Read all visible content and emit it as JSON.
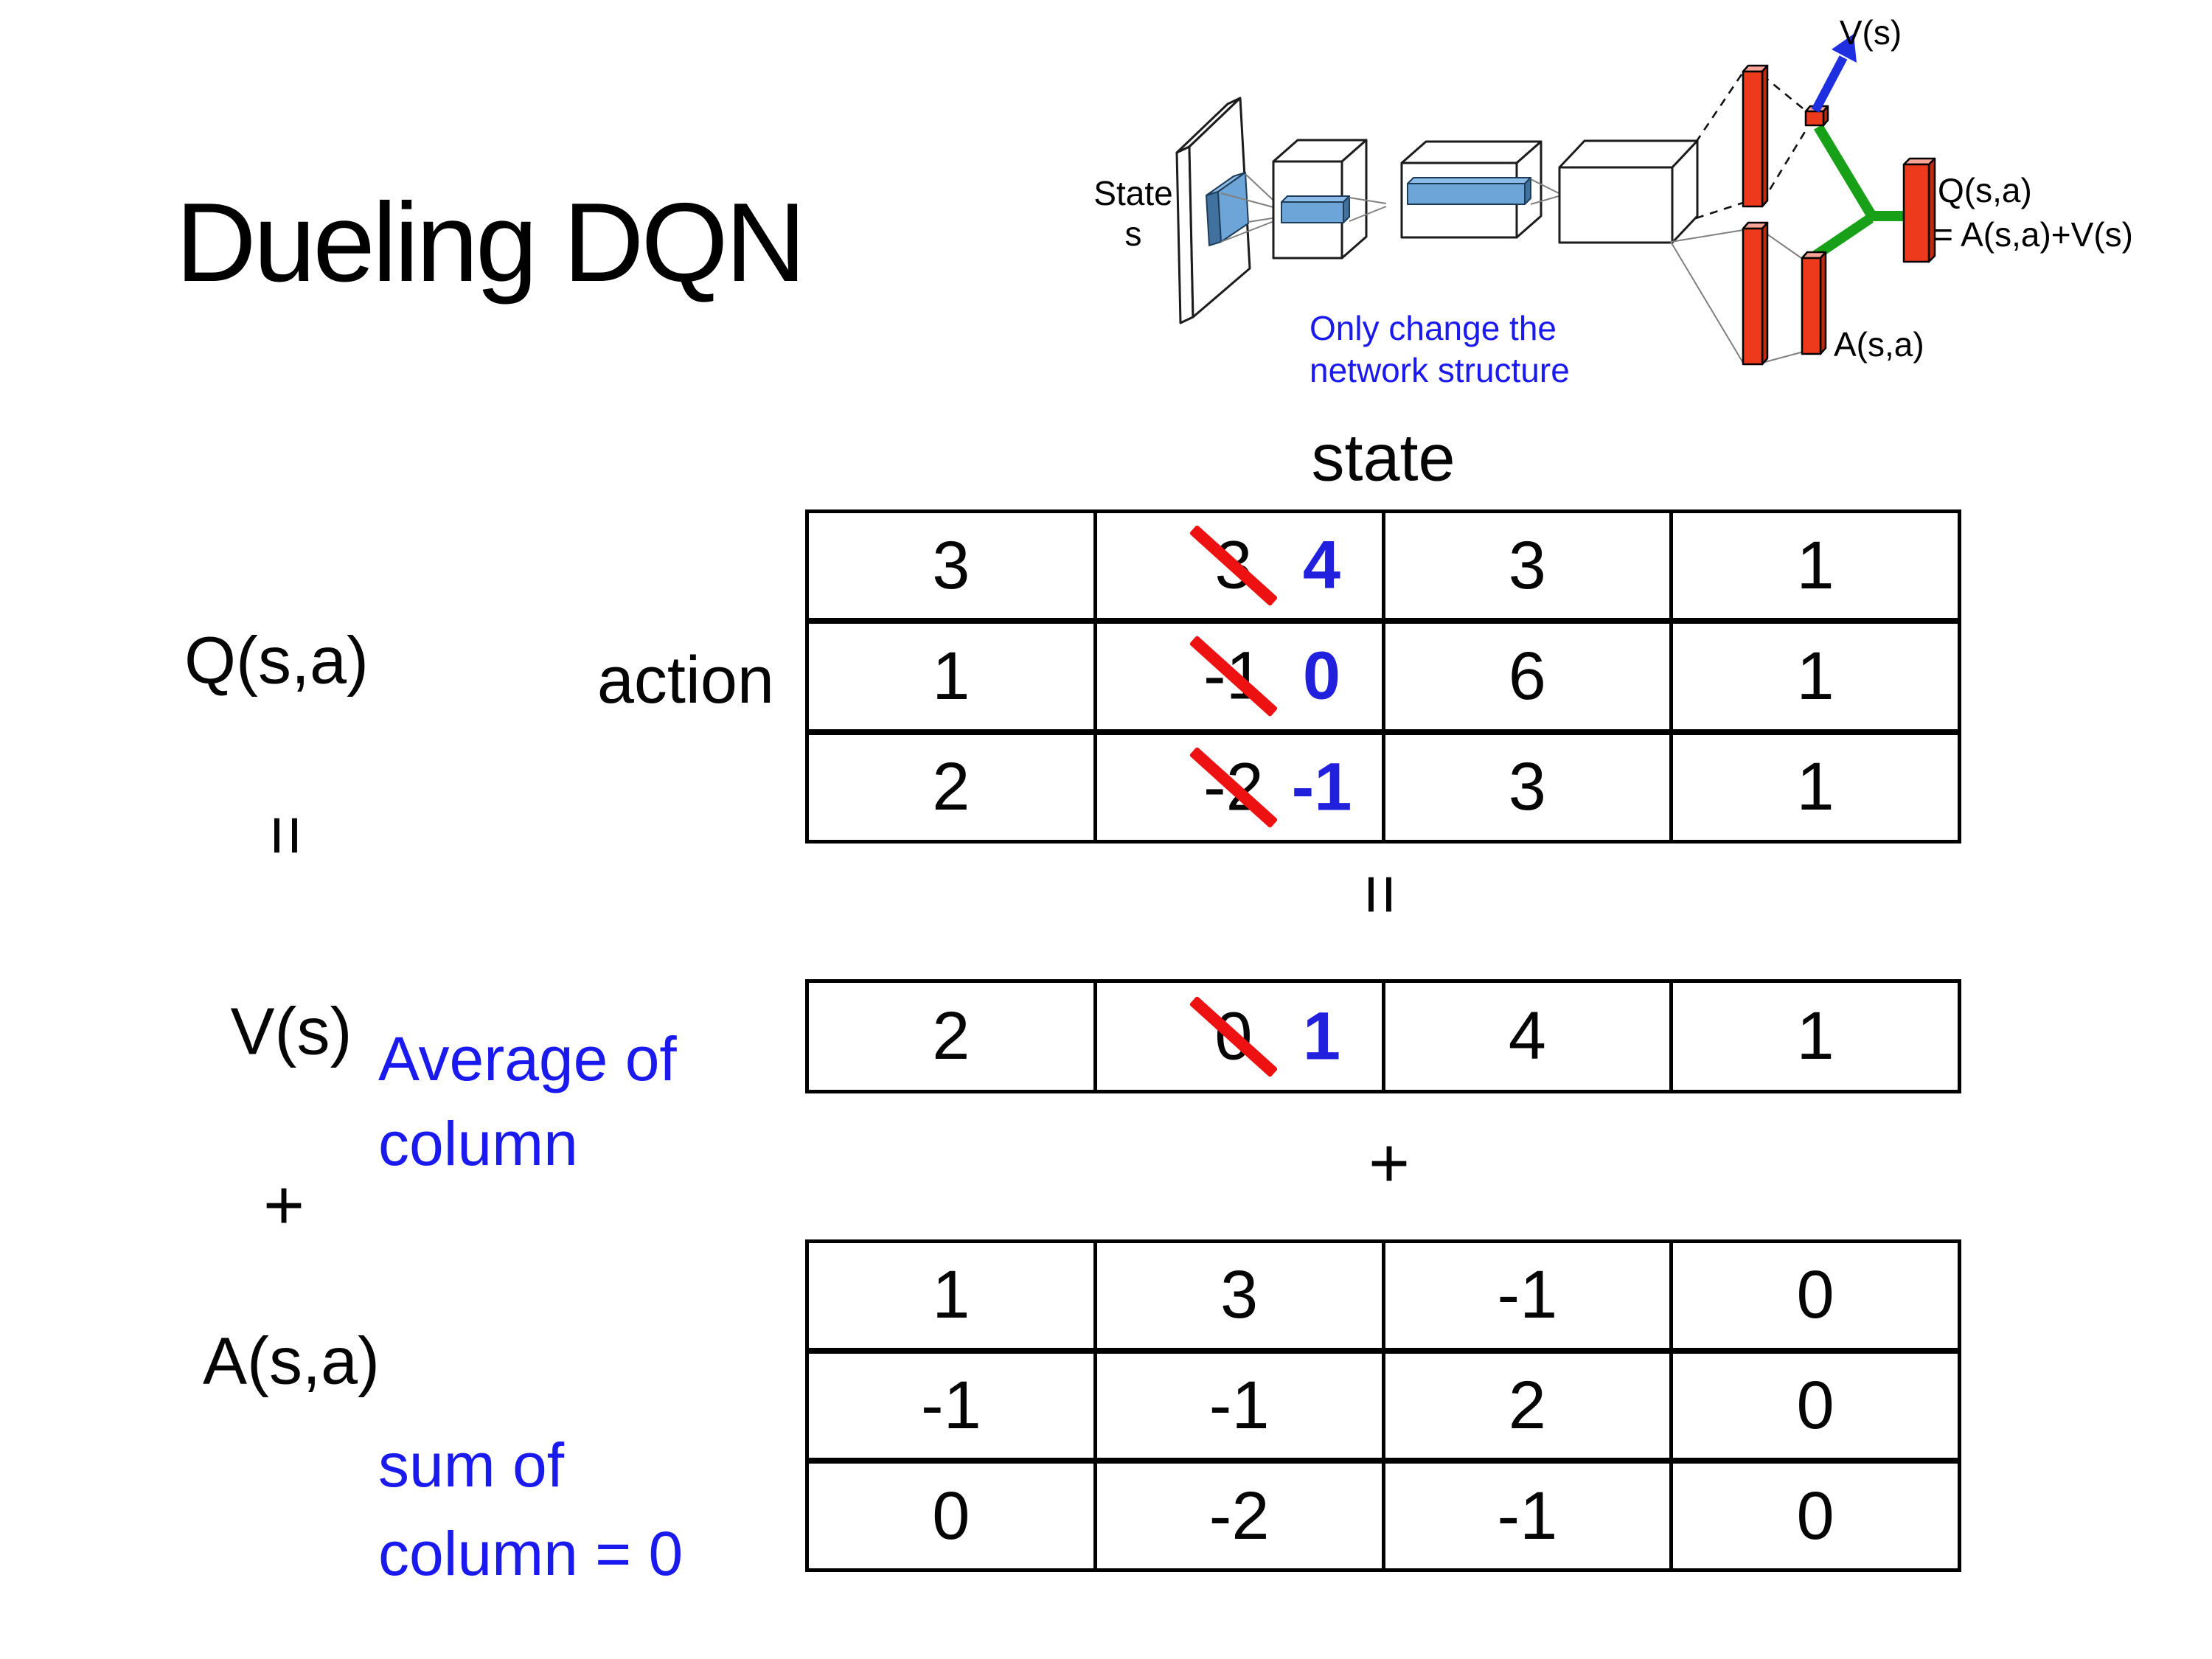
{
  "title": "Dueling DQN",
  "colors": {
    "text_black": "#050505",
    "annotation_blue": "#1a1aee",
    "replaced_value_blue": "#2020dd",
    "strikethrough_red": "#ee1111",
    "layer_bar_red": "#ee3a1c",
    "combiner_green": "#18a118",
    "feature_blue": "#6ea5d8"
  },
  "diagram": {
    "state_line1": "State",
    "state_line2": "s",
    "note_line1": "Only change the",
    "note_line2": "network structure",
    "value_output_label": "V(s)",
    "q_output_label": "Q(s,a)",
    "q_output_formula": "= A(s,a)+V(s)",
    "advantage_output_label": "A(s,a)"
  },
  "matrix": {
    "state_header": "state",
    "action_header": "action",
    "q_label": "Q(s,a)",
    "equals_sign": "=",
    "v_label": "V(s)",
    "plus_sign": "+",
    "a_label": "A(s,a)",
    "avg_note_line1": "Average of",
    "avg_note_line2": "column",
    "sum_note_line1": "sum of",
    "sum_note_line2": "column = 0",
    "q_rows": [
      [
        {
          "v": "3"
        },
        {
          "old": "3",
          "new": "4"
        },
        {
          "v": "3"
        },
        {
          "v": "1"
        }
      ],
      [
        {
          "v": "1"
        },
        {
          "old": "-1",
          "new": "0"
        },
        {
          "v": "6"
        },
        {
          "v": "1"
        }
      ],
      [
        {
          "v": "2"
        },
        {
          "old": "-2",
          "new": "-1"
        },
        {
          "v": "3"
        },
        {
          "v": "1"
        }
      ]
    ],
    "v_rows": [
      [
        {
          "v": "2"
        },
        {
          "old": "0",
          "new": "1"
        },
        {
          "v": "4"
        },
        {
          "v": "1"
        }
      ]
    ],
    "a_rows": [
      [
        {
          "v": "1"
        },
        {
          "v": "3"
        },
        {
          "v": "-1"
        },
        {
          "v": "0"
        }
      ],
      [
        {
          "v": "-1"
        },
        {
          "v": "-1"
        },
        {
          "v": "2"
        },
        {
          "v": "0"
        }
      ],
      [
        {
          "v": "0"
        },
        {
          "v": "-2"
        },
        {
          "v": "-1"
        },
        {
          "v": "0"
        }
      ]
    ]
  }
}
